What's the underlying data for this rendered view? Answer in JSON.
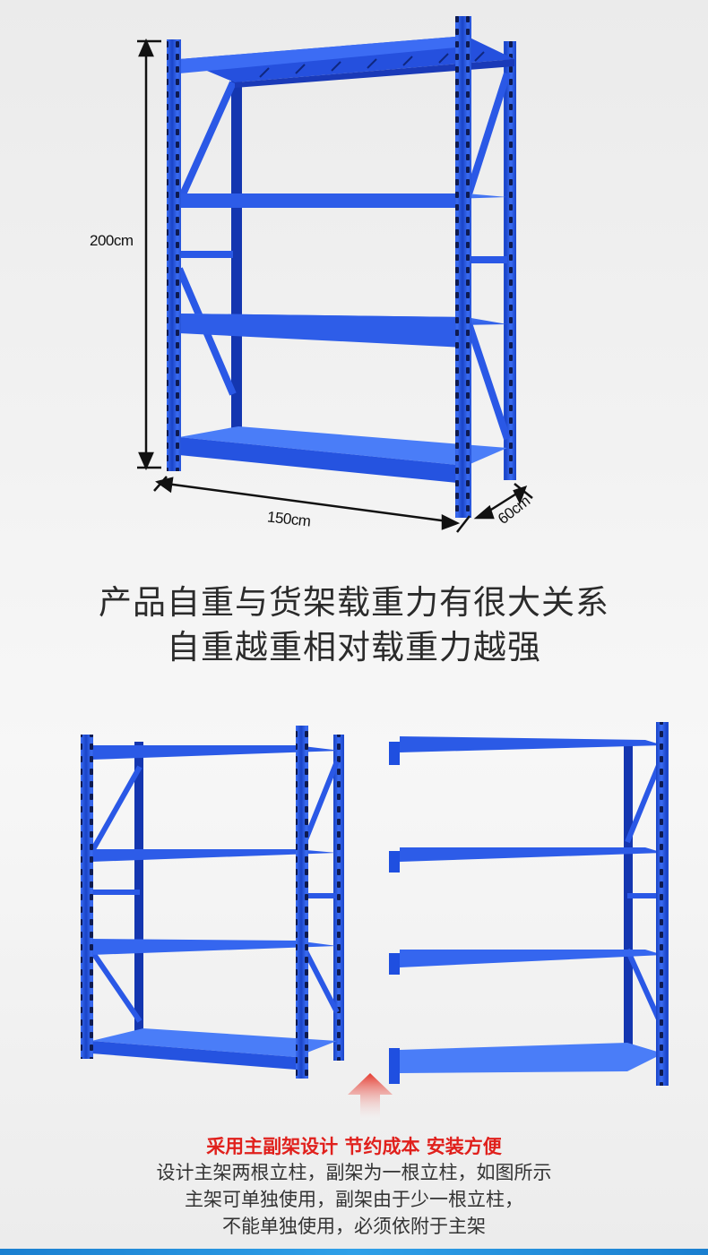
{
  "dimensions": {
    "height_label": "200cm",
    "width_label": "150cm",
    "depth_label": "60cm"
  },
  "headline": {
    "line1": "产品自重与货架载重力有很大关系",
    "line2": "自重越重相对载重力越强"
  },
  "caption": {
    "title": "采用主副架设计 节约成本 安装方便",
    "line1": "设计主架两根立柱，副架为一根立柱，如图所示",
    "line2": "主架可单独使用，副架由于少一根立柱，",
    "line3": "不能单独使用，必须依附于主架"
  },
  "colors": {
    "rack_blue": "#1f4fe0",
    "rack_blue_dark": "#1436b0",
    "rack_blue_light": "#3d6ff5",
    "accent_red": "#e0201c",
    "bar_blue": "#1a7fd0"
  },
  "icons": {
    "arrow": "up-arrow-icon"
  }
}
